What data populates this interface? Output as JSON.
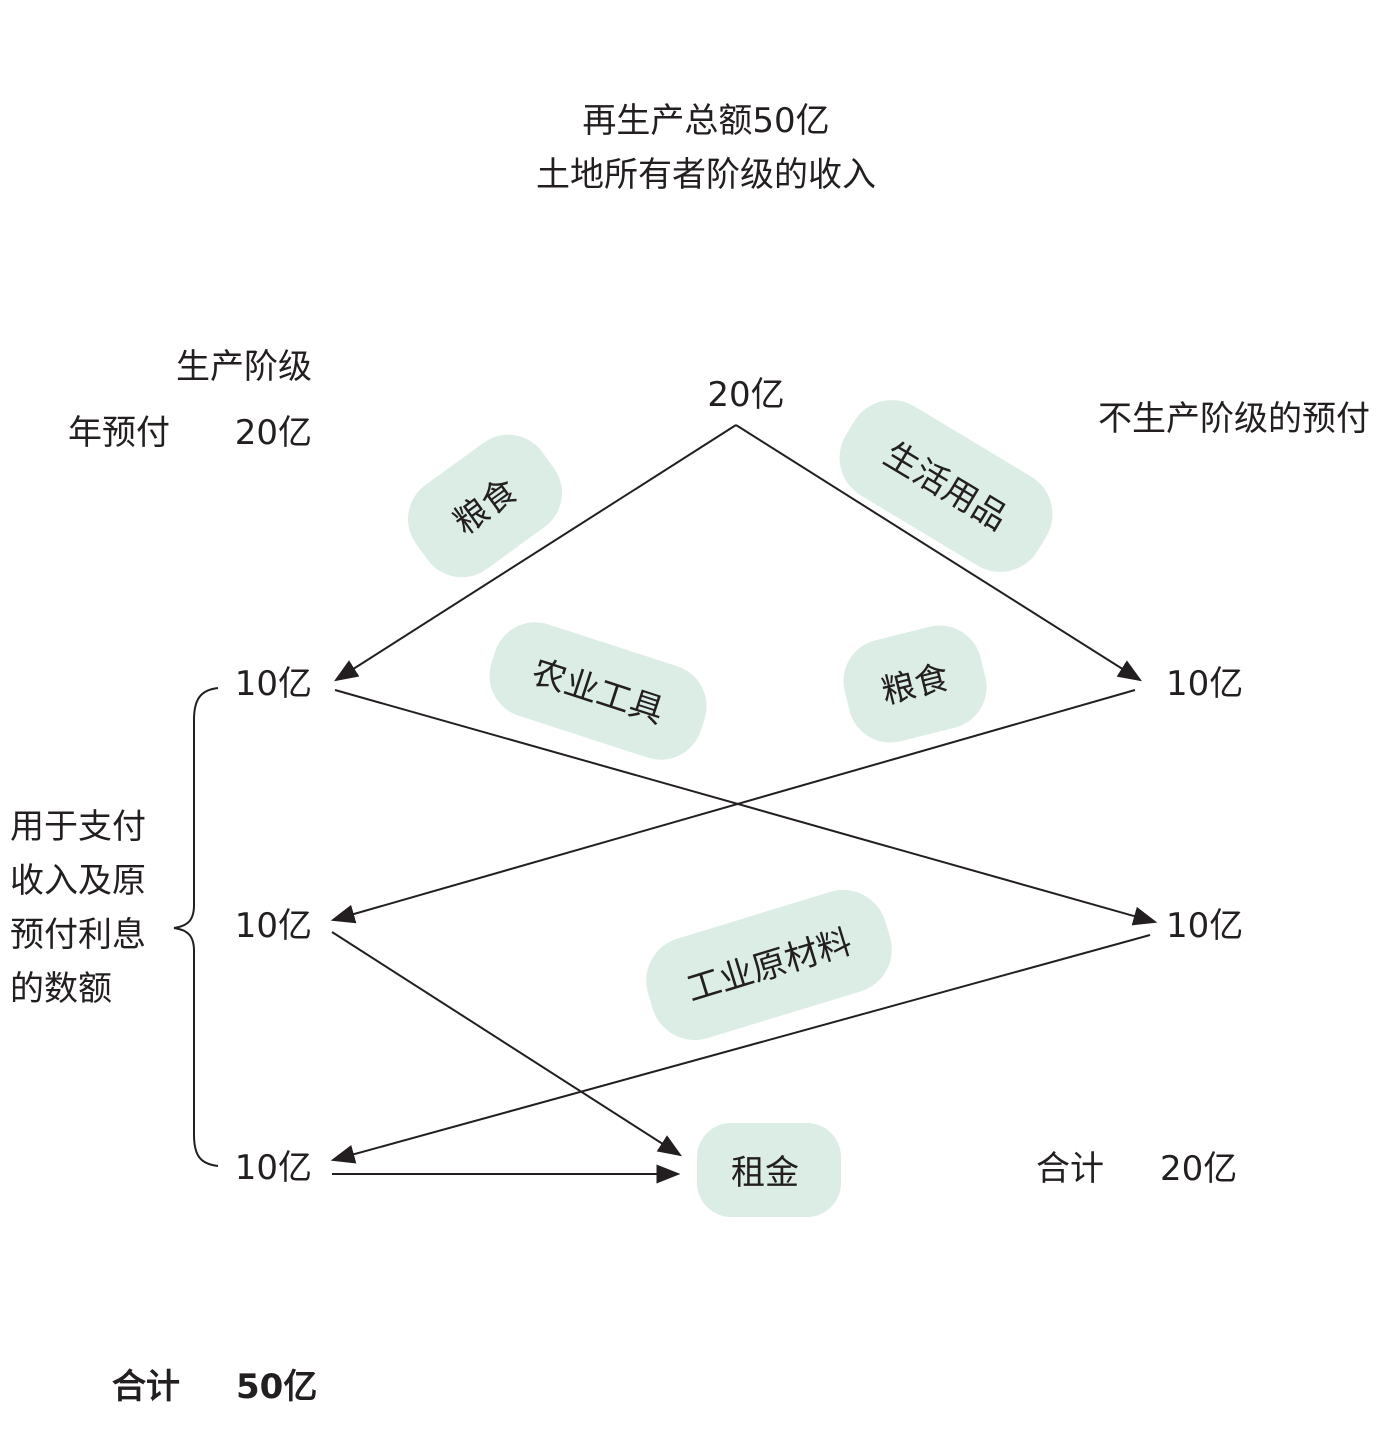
{
  "title": {
    "line1": "再生产总额50亿",
    "line2": "土地所有者阶级的收入"
  },
  "top_amount": "20亿",
  "left": {
    "heading": "生产阶级",
    "advance_label": "年预付",
    "advance_value": "20亿",
    "rows": [
      "10亿",
      "10亿",
      "10亿"
    ],
    "brace_note": [
      "用于支付",
      "收入及原",
      "预付利息",
      "的数额"
    ],
    "total_label": "合计",
    "total_value": "50亿"
  },
  "right": {
    "heading": "不生产阶级的预付",
    "rows": [
      "10亿",
      "10亿"
    ],
    "total_label": "合计",
    "total_value": "20亿"
  },
  "flows": {
    "grain_1": "粮食",
    "living_goods": "生活用品",
    "farm_tools": "农业工具",
    "grain_2": "粮食",
    "industrial_materials": "工业原材料",
    "rent": "租金"
  },
  "colors": {
    "pill": "#dcede6",
    "ink": "#231f20"
  }
}
